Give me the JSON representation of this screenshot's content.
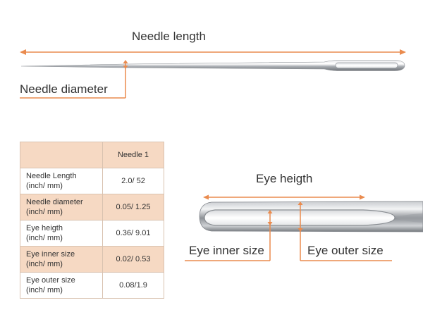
{
  "labels": {
    "needle_length": "Needle length",
    "needle_diameter": "Needle diameter",
    "eye_height": "Eye heigth",
    "eye_inner_size": "Eye inner size",
    "eye_outer_size": "Eye outer size"
  },
  "table": {
    "column_header": "Needle 1",
    "rows": [
      {
        "name": "Needle Length",
        "unit": "(inch/ mm)",
        "value": "2.0/ 52"
      },
      {
        "name": "Needle diameter",
        "unit": "(inch/ mm)",
        "value": "0.05/ 1.25"
      },
      {
        "name": "Eye heigth",
        "unit": "(inch/ mm)",
        "value": "0.36/ 9.01"
      },
      {
        "name": "Eye inner size",
        "unit": "(inch/ mm)",
        "value": "0.02/ 0.53"
      },
      {
        "name": "Eye outer size",
        "unit": "(inch/ mm)",
        "value": "0.08/1.9"
      }
    ]
  },
  "colors": {
    "accent_orange": "#ea8b4e",
    "table_shade": "#f6d9c3",
    "needle_metal": "#b9bcc0"
  },
  "icons": [
    "needle-illustration",
    "needle-eye-closeup"
  ]
}
